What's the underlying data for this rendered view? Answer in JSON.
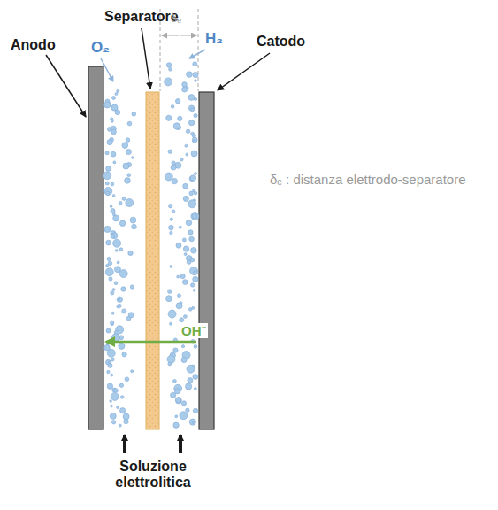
{
  "diagram": {
    "labels": [
      "Anodo",
      "Separatore",
      "Catodo",
      "O₂",
      "H₂",
      "δₑ",
      "δₑ : distanza elettrodo-separatore",
      "OH⁻",
      "Soluzione elettrolitica"
    ]
  }
}
